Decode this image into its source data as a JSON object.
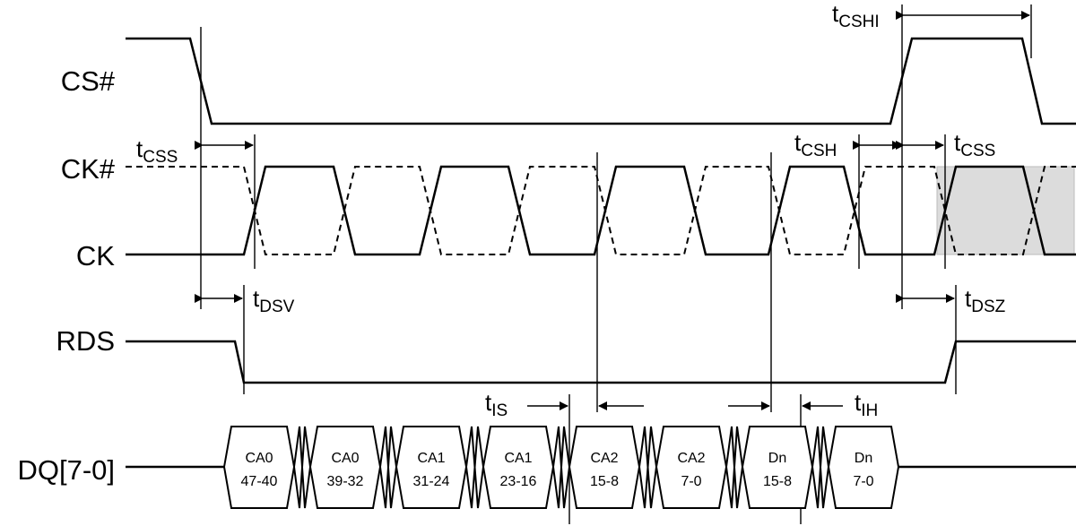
{
  "signals": {
    "cs": "CS#",
    "ck_n": "CK#",
    "ck": "CK",
    "rds": "RDS",
    "dq": "DQ[7-0]"
  },
  "timing": {
    "tcss_left": {
      "t": "t",
      "sub": "CSS"
    },
    "tcshi": {
      "t": "t",
      "sub": "CSHI"
    },
    "tcsh": {
      "t": "t",
      "sub": "CSH"
    },
    "tcss_right": {
      "t": "t",
      "sub": "CSS"
    },
    "tdsv": {
      "t": "t",
      "sub": "DSV"
    },
    "tdsz": {
      "t": "t",
      "sub": "DSZ"
    },
    "tis": {
      "t": "t",
      "sub": "IS"
    },
    "tih": {
      "t": "t",
      "sub": "IH"
    }
  },
  "dq_cells": [
    {
      "top": "CA0",
      "bottom": "47-40"
    },
    {
      "top": "CA0",
      "bottom": "39-32"
    },
    {
      "top": "CA1",
      "bottom": "31-24"
    },
    {
      "top": "CA1",
      "bottom": "23-16"
    },
    {
      "top": "CA2",
      "bottom": "15-8"
    },
    {
      "top": "CA2",
      "bottom": "7-0"
    },
    {
      "top": "Dn",
      "bottom": "15-8"
    },
    {
      "top": "Dn",
      "bottom": "7-0"
    }
  ],
  "colors": {
    "line": "#000000",
    "shade": "#dcdcdc",
    "background": "#ffffff"
  }
}
